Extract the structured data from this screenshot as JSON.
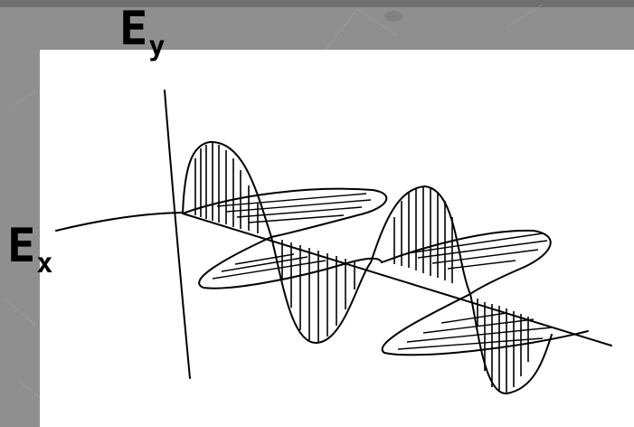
{
  "labels": {
    "y_axis": {
      "main": "E",
      "sub": "y"
    },
    "x_axis": {
      "main": "E",
      "sub": "x"
    }
  },
  "colors": {
    "frame": "#8f8f8f",
    "panel": "#ffffff",
    "ink": "#000000"
  }
}
